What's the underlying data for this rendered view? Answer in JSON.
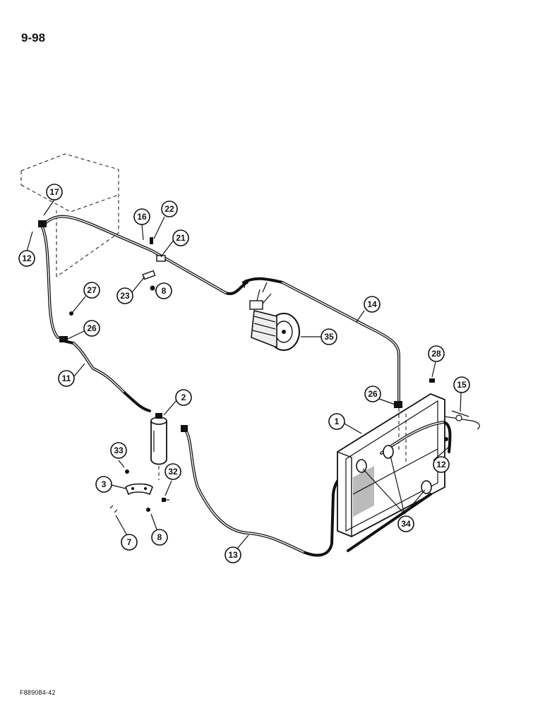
{
  "page": {
    "number": "9-98",
    "figure_code": "F889084-42"
  },
  "callouts": [
    {
      "id": "c17",
      "label": "17"
    },
    {
      "id": "c12a",
      "label": "12"
    },
    {
      "id": "c16",
      "label": "16"
    },
    {
      "id": "c22",
      "label": "22"
    },
    {
      "id": "c21",
      "label": "21"
    },
    {
      "id": "c23",
      "label": "23"
    },
    {
      "id": "c8a",
      "label": "8"
    },
    {
      "id": "c27",
      "label": "27"
    },
    {
      "id": "c26a",
      "label": "26"
    },
    {
      "id": "c11",
      "label": "11"
    },
    {
      "id": "c14",
      "label": "14"
    },
    {
      "id": "c35",
      "label": "35"
    },
    {
      "id": "c28",
      "label": "28"
    },
    {
      "id": "c26b",
      "label": "26"
    },
    {
      "id": "c15",
      "label": "15"
    },
    {
      "id": "c1",
      "label": "1"
    },
    {
      "id": "c2",
      "label": "2"
    },
    {
      "id": "c12b",
      "label": "12"
    },
    {
      "id": "c33",
      "label": "33"
    },
    {
      "id": "c32",
      "label": "32"
    },
    {
      "id": "c3",
      "label": "3"
    },
    {
      "id": "c34",
      "label": "34"
    },
    {
      "id": "c7",
      "label": "7"
    },
    {
      "id": "c8b",
      "label": "8"
    },
    {
      "id": "c13",
      "label": "13"
    }
  ]
}
